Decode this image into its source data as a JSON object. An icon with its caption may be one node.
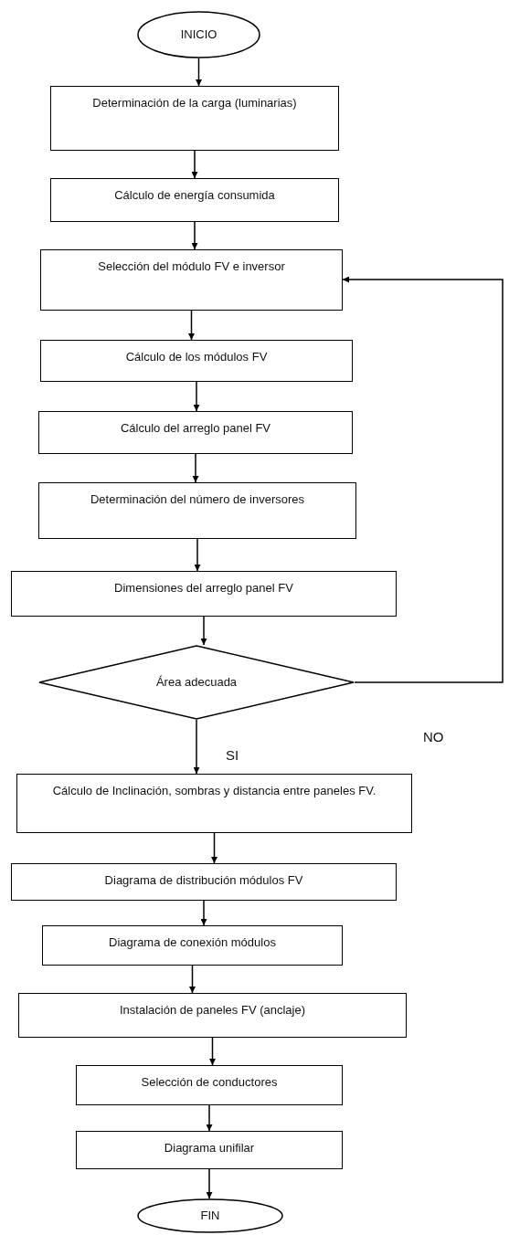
{
  "diagram": {
    "nodes": [
      {
        "text": [
          "INICIO"
        ]
      },
      {
        "text": [
          "Determinación de la carga (luminarias)"
        ]
      },
      {
        "text": [
          "Cálculo de energía consumida"
        ]
      },
      {
        "text": [
          "Selección del módulo FV e inversor"
        ]
      },
      {
        "text": [
          "Cálculo de los módulos FV"
        ]
      },
      {
        "text": [
          "Cálculo del arreglo panel FV"
        ]
      },
      {
        "text": [
          "Determinación del número de inversores"
        ]
      },
      {
        "text": [
          "Dimensiones del arreglo panel FV"
        ]
      },
      {
        "text": [
          "Área adecuada"
        ]
      },
      {
        "text": [
          "Cálculo de Inclinación, sombras y distancia entre paneles FV."
        ]
      },
      {
        "text": [
          "Diagrama de distribución módulos FV"
        ]
      },
      {
        "text": [
          "Diagrama de conexión módulos"
        ]
      },
      {
        "text": [
          "Instalación de paneles FV (anclaje)"
        ]
      },
      {
        "text": [
          "Selección de conductores"
        ]
      },
      {
        "text": [
          "Diagrama unifilar"
        ]
      },
      {
        "text": [
          "FIN"
        ]
      }
    ],
    "edges": [
      {
        "from": 0,
        "to": 1,
        "arrow": "to"
      },
      {
        "from": 1,
        "to": 2,
        "arrow": "to"
      },
      {
        "from": 2,
        "to": 3,
        "arrow": "to"
      },
      {
        "from": 3,
        "to": 4,
        "arrow": "to"
      },
      {
        "from": 4,
        "to": 5,
        "arrow": "to"
      },
      {
        "from": 5,
        "to": 6,
        "arrow": "to"
      },
      {
        "from": 6,
        "to": 7,
        "arrow": "to"
      },
      {
        "from": 7,
        "to": 8,
        "arrow": "to"
      },
      {
        "from": 8,
        "to": 9,
        "arrow": "to",
        "label": "SI"
      },
      {
        "from": 8,
        "to": 3,
        "arrow": "to",
        "label": "NO"
      },
      {
        "from": 9,
        "to": 10,
        "arrow": "to"
      },
      {
        "from": 10,
        "to": 11,
        "arrow": "to"
      },
      {
        "from": 11,
        "to": 12,
        "arrow": "to"
      },
      {
        "from": 12,
        "to": 13,
        "arrow": "to"
      },
      {
        "from": 13,
        "to": 14,
        "arrow": "to"
      },
      {
        "from": 14,
        "to": 15,
        "arrow": "to"
      }
    ]
  }
}
